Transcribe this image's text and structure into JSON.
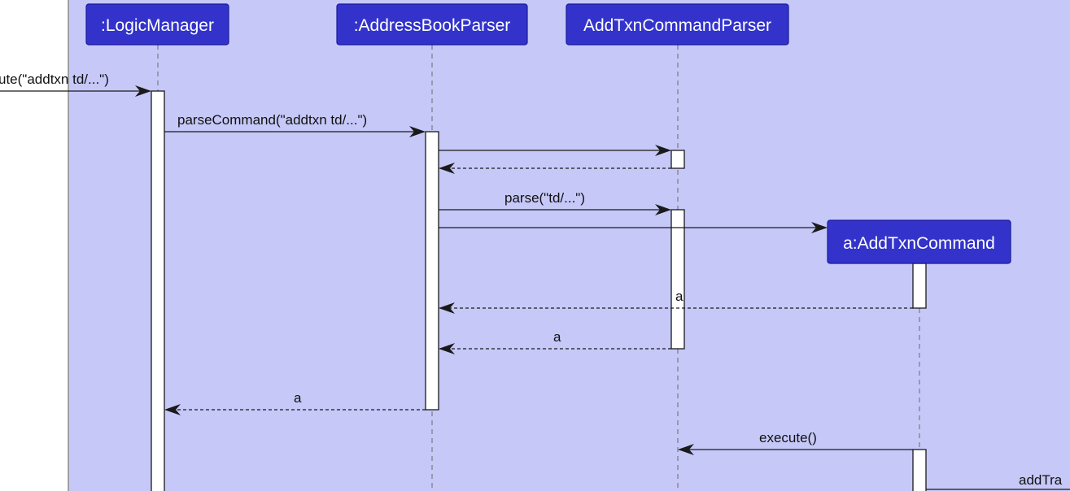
{
  "diagram": {
    "panel_color": "#c6c8f8",
    "actor_color": "#3333cc",
    "actors": [
      {
        "id": "logic",
        "label": ":LogicManager"
      },
      {
        "id": "parser",
        "label": ":AddressBookParser"
      },
      {
        "id": "cmdparser",
        "label": "AddTxnCommandParser"
      },
      {
        "id": "cmd",
        "label": "a:AddTxnCommand"
      }
    ],
    "messages": [
      {
        "id": "execute-in",
        "label": "ute(\"addtxn td/...\")"
      },
      {
        "id": "parse-command",
        "label": "parseCommand(\"addtxn td/...\")"
      },
      {
        "id": "create-parser",
        "label": ""
      },
      {
        "id": "create-parser-return",
        "label": ""
      },
      {
        "id": "parse",
        "label": "parse(\"td/...\")"
      },
      {
        "id": "create-command",
        "label": ""
      },
      {
        "id": "return-command",
        "label": "a"
      },
      {
        "id": "return-from-cmdparser",
        "label": "a"
      },
      {
        "id": "return-to-logic",
        "label": "a"
      },
      {
        "id": "execute-command",
        "label": "execute()"
      },
      {
        "id": "add-transaction-out",
        "label": "addTra"
      }
    ]
  }
}
